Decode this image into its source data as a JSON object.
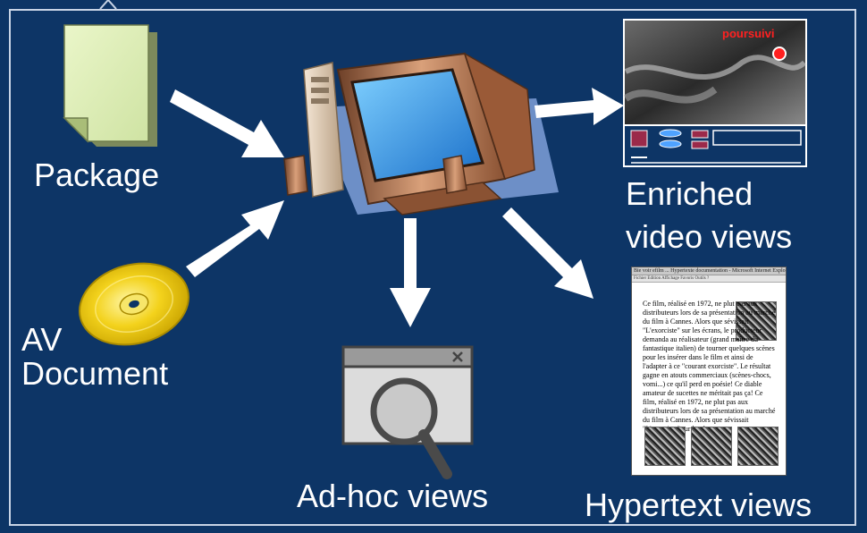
{
  "labels": {
    "package": "Package",
    "av_document_line1": "AV",
    "av_document_line2": "Document",
    "enriched_line1": "Enriched",
    "enriched_line2": "video views",
    "adhoc": "Ad-hoc views",
    "hypertext": "Hypertext views"
  },
  "video_overlay_text": "poursuivi",
  "hypertext_window": {
    "title": "Bie voir efilm ... Hypertexte documentation - Microsoft Internet Explorer",
    "menu": "Fichier Edition Affichage Favoris Outils ?",
    "body": "Ce film, réalisé en 1972, ne plut pas aux distributeurs lors de sa présentation au marché du film à Cannes. Alors que sévissait \"L'exorciste\" sur les écrans, le producteur demanda au réalisateur (grand maître du fantastique italien) de tourner quelques scènes pour les insérer dans le film et ainsi de l'adapter à ce \"courant exorciste\". Le résultat gagne en atouts commerciaux (scènes-chocs, vomi...) ce qu'il perd en poésie! Ce diable amateur de sucettes ne méritait pas ça! Ce film, réalisé en 1972, ne plut pas aux distributeurs lors de sa présentation au marché du film à Cannes. Alors que sévissait \"L'exorciste\" sur les écrans,"
  },
  "colors": {
    "background": "#0d3566",
    "arrow": "#ffffff",
    "text": "#ffffff"
  },
  "icons": [
    "document-icon",
    "cd-icon",
    "computer-icon",
    "search-window-icon",
    "video-player-icon",
    "hypertext-page-icon"
  ]
}
